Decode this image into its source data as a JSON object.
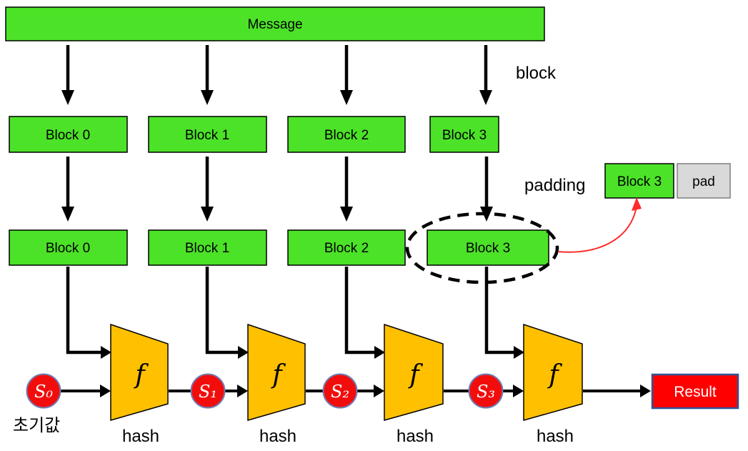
{
  "message_bar": {
    "label": "Message"
  },
  "annotations": {
    "block": "block",
    "padding": "padding",
    "initial_value": "초기값"
  },
  "blocks_row1": [
    "Block 0",
    "Block 1",
    "Block 2",
    "Block 3"
  ],
  "blocks_row2": [
    "Block 0",
    "Block 1",
    "Block 2",
    "Block 3"
  ],
  "padding_inset": {
    "block_label": "Block 3",
    "pad_label": "pad"
  },
  "hash_stages": {
    "function_label": "f",
    "stage_label": "hash"
  },
  "states": [
    "S₀",
    "S₁",
    "S₂",
    "S₃"
  ],
  "result": {
    "label": "Result"
  },
  "colors": {
    "block_green": "#4CE228",
    "pad_gray": "#D9D9D9",
    "stage_orange": "#FFC000",
    "state_red": "#F20D0D",
    "state_ring": "#6E7FB5",
    "result_red": "#FF0000",
    "result_border": "#2E5597",
    "padding_arrow_red": "#FF2B2B"
  }
}
